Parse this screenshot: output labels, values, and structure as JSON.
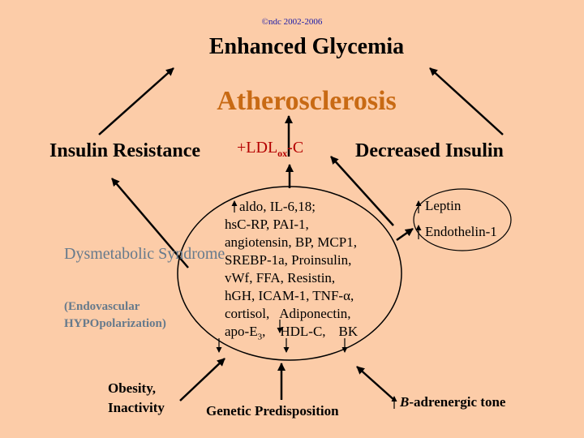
{
  "copyright": "©ndc 2002-2006",
  "title": "Enhanced Glycemia",
  "center_title": "Atherosclerosis",
  "insulin_resistance": "Insulin Resistance",
  "ldl": {
    "prefix": "+LDL",
    "sub": "ox",
    "suffix": "-C"
  },
  "decreased_insulin": "Decreased Insulin",
  "dysmetabolic": "Dysmetabolic Syndrome",
  "endovascular": "(Endovascular HYPOpolarization)",
  "center_list": {
    "line1": "aldo, IL-6,18;",
    "line2": "hsC-RP, PAI-1,",
    "line3": "angiotensin, BP, MCP1,",
    "line4": "SREBP-1a, Proinsulin,",
    "line5": "vWf, FFA, Resistin,",
    "line6": "hGH, ICAM-1,  TNF-α,",
    "line7a": "cortisol,",
    "line7b": "Adiponectin,",
    "line8a": "apo-E",
    "line8sub": "3",
    "line8b": ",",
    "line8c": "HDL-C,",
    "line8d": "BK"
  },
  "leptin": "Leptin",
  "endothelin": "Endothelin-1",
  "obesity": {
    "line1": "Obesity,",
    "line2": "Inactivity"
  },
  "genetic": "Genetic Predisposition",
  "adrenergic": {
    "italic": "B",
    "rest": "-adrenergic tone"
  },
  "colors": {
    "background": "#fccca8",
    "atherosclerosis": "#c86a14",
    "ldl": "#b40000",
    "dysmetabolic": "#667a8c",
    "copyright": "#1a1aa8"
  }
}
